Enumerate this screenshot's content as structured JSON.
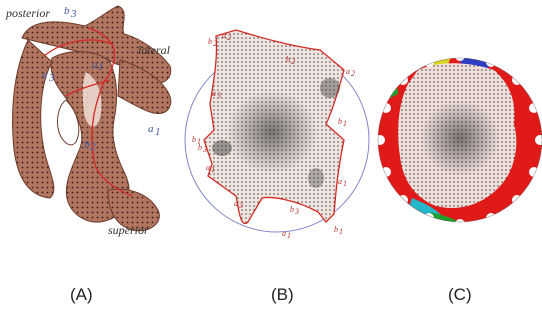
{
  "panels": [
    {
      "caption": "(A)",
      "labels": [
        "posterior",
        "b",
        "3",
        "a",
        "3",
        "lateral",
        "a",
        "1",
        "b",
        "2",
        "superior",
        "a",
        "1"
      ]
    },
    {
      "caption": "(B)",
      "labels": [
        "b",
        "2",
        "a",
        "2",
        "a",
        "3",
        "b",
        "1",
        "a",
        "1",
        "a",
        "3",
        "b",
        "3",
        "b",
        "1",
        "b",
        "2",
        "a",
        "2",
        "a",
        "1",
        "b",
        "1",
        "a",
        "1",
        "b",
        "3"
      ]
    },
    {
      "caption": "(C)"
    }
  ],
  "colors": {
    "mesh_skin": "#a86a52",
    "mesh_light": "#f1dfd7",
    "boundary_red": "#d42a24",
    "disk_circle": "#7f86c8",
    "region_red": "#e01a18",
    "region_yellow": "#d9d51c",
    "region_blue": "#2f3fc2",
    "region_cyan": "#22b7c9",
    "region_green": "#1ea02c"
  }
}
